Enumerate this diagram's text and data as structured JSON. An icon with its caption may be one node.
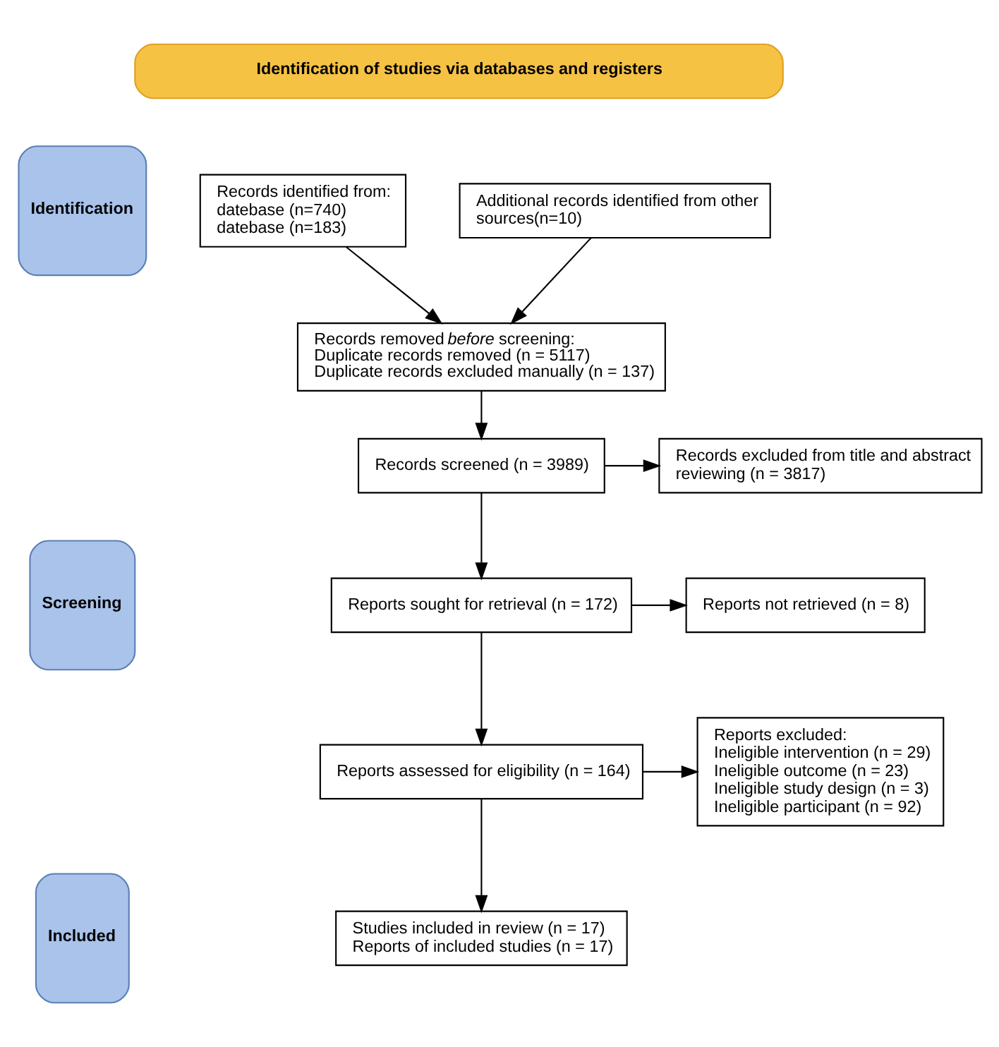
{
  "diagram": {
    "nodes": [
      {
        "text": [
          "Identification of studies via databases and registers"
        ]
      },
      {
        "text": [
          "Identification"
        ]
      },
      {
        "text": [
          "Screening"
        ]
      },
      {
        "text": [
          "Included"
        ]
      },
      {
        "text": [
          "Records identified from:",
          "datebase (n=740)",
          "datebase (n=183)"
        ]
      },
      {
        "text": [
          "Additional records identified from other sources(n=10)"
        ]
      },
      {
        "text": [
          "Records removed *before* screening:",
          "Duplicate records removed (n = 5117)",
          "Duplicate records excluded manually (n = 137)"
        ]
      },
      {
        "text": [
          "Records screened (n = 3989)"
        ]
      },
      {
        "text": [
          "Records excluded from title and abstract reviewing (n = 3817)"
        ]
      },
      {
        "text": [
          "Reports sought for retrieval (n = 172)"
        ]
      },
      {
        "text": [
          "Reports not retrieved (n = 8)"
        ]
      },
      {
        "text": [
          "Reports assessed for eligibility (n = 164)"
        ]
      },
      {
        "text": [
          "Reports excluded:",
          "Ineligible intervention (n = 29)",
          "Ineligible outcome (n = 23)",
          "Ineligible study design (n = 3)",
          "Ineligible participant (n = 92)"
        ]
      },
      {
        "text": [
          "Studies included in review (n = 17)",
          "Reports of included studies (n = 17)"
        ]
      }
    ],
    "edges": [
      {
        "from": 4,
        "to": 6,
        "arrow": "to"
      },
      {
        "from": 5,
        "to": 6,
        "arrow": "to"
      },
      {
        "from": 6,
        "to": 7,
        "arrow": "to"
      },
      {
        "from": 7,
        "to": 8,
        "arrow": "to"
      },
      {
        "from": 7,
        "to": 9,
        "arrow": "to"
      },
      {
        "from": 9,
        "to": 10,
        "arrow": "to"
      },
      {
        "from": 9,
        "to": 11,
        "arrow": "to"
      },
      {
        "from": 11,
        "to": 12,
        "arrow": "to"
      },
      {
        "from": 11,
        "to": 13,
        "arrow": "to"
      }
    ]
  }
}
